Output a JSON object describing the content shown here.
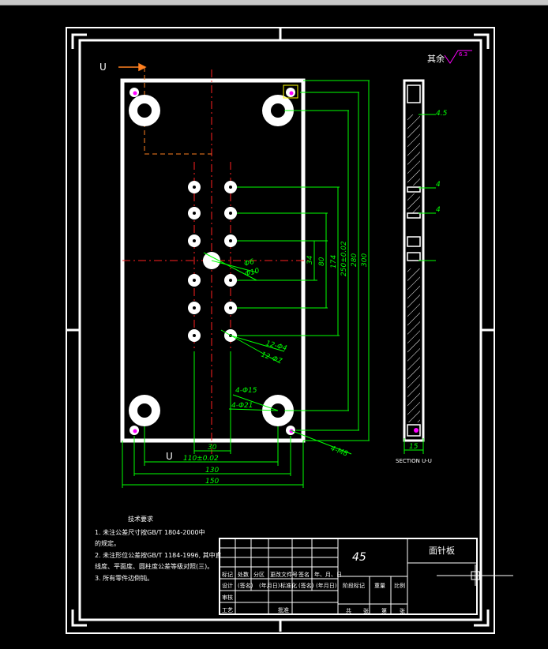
{
  "drawing": {
    "section_marker_top": "U",
    "section_marker_bottom": "U",
    "roughness": "其余",
    "roughness_value": "6.3",
    "section_caption": "SECTION U-U",
    "dims_right": [
      "34",
      "80",
      "174",
      "250±0.02",
      "280",
      "300"
    ],
    "dims_bottom": [
      "30",
      "110±0.02",
      "130",
      "150"
    ],
    "hole_callouts": [
      "Φ6",
      "Φ10",
      "12-Φ4",
      "12-Φ7",
      "4-Φ15",
      "4-Φ21",
      "4-M8"
    ],
    "section_dims": [
      "4.5",
      "4",
      "4",
      "15"
    ]
  },
  "notes": {
    "title": "技术要求",
    "lines": [
      "1. 未注公差尺寸按GB/T 1804-2000中",
      "   的规定。",
      "2. 未注形位公差按GB/T 1184-1996, 其中直",
      "   线度、平面度、圆柱度公差等级对照(三)。",
      "3. 所有零件边倒钝。"
    ]
  },
  "title_block": {
    "material": "45",
    "part_name": "面针板",
    "row_labels": [
      "标记",
      "处数",
      "分区",
      "更改文件号",
      "签名",
      "年、月、日"
    ],
    "row_labels_2": [
      "设计",
      "(签名)",
      "(年月日)",
      "标准化",
      "(签名)",
      "(年月日)"
    ],
    "stage_labels": [
      "阶段标记",
      "重量",
      "比例"
    ],
    "review": "审核",
    "craft": "工艺",
    "approve": "批准",
    "sheet_labels": [
      "共",
      "张",
      "第",
      "张"
    ]
  },
  "colors": {
    "background": "#000000",
    "frame": "#ffffff",
    "dimension": "#00ff00",
    "centerline": "#ff2020",
    "leader": "#ff8020",
    "marker": "#ff00ff",
    "highlight": "#ffff00"
  }
}
